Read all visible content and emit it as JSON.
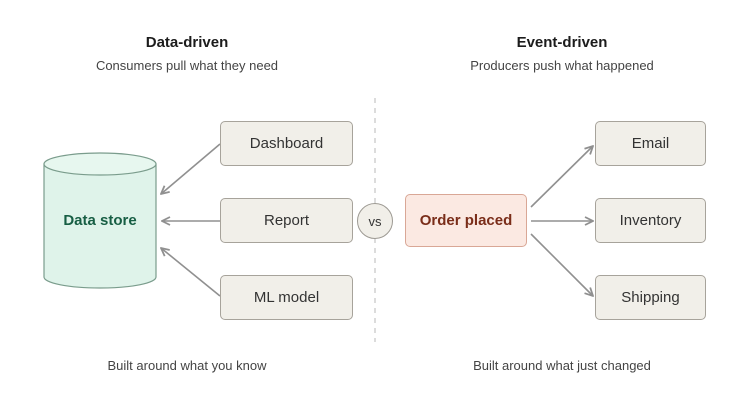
{
  "left": {
    "title": "Data-driven",
    "subtitle": "Consumers pull what they need",
    "store": "Data store",
    "consumers": [
      "Dashboard",
      "Report",
      "ML model"
    ],
    "footer": "Built around what you know"
  },
  "center": {
    "versus": "vs"
  },
  "right": {
    "title": "Event-driven",
    "subtitle": "Producers push what happened",
    "event": "Order placed",
    "targets": [
      "Email",
      "Inventory",
      "Shipping"
    ],
    "footer": "Built around what just changed"
  },
  "colors": {
    "store_fill": "#dff3ea",
    "store_stroke": "#7a9c8c",
    "store_text": "#175e44",
    "box_fill": "#f1efe9",
    "event_fill": "#fbe9e2",
    "event_text": "#7a2d19",
    "arrow": "#909090"
  }
}
